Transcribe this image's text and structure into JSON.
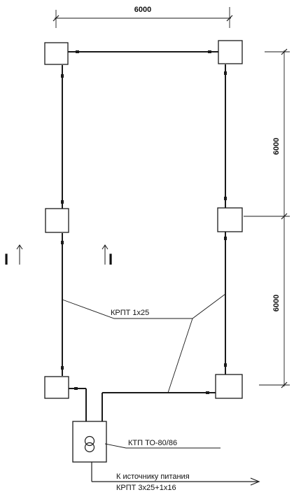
{
  "dimensions": {
    "top_width": "6000",
    "right_upper": "6000",
    "right_lower": "6000"
  },
  "section_marks": {
    "left": "I",
    "right": "I"
  },
  "labels": {
    "cable": "КРПТ 1х25",
    "substation": "КТП ТО-80/86",
    "supply_line1": "К источнику питания",
    "supply_line2": "КРПТ 3х25+1х16"
  },
  "colors": {
    "ink": "#1a1a1a",
    "paper": "#ffffff"
  }
}
